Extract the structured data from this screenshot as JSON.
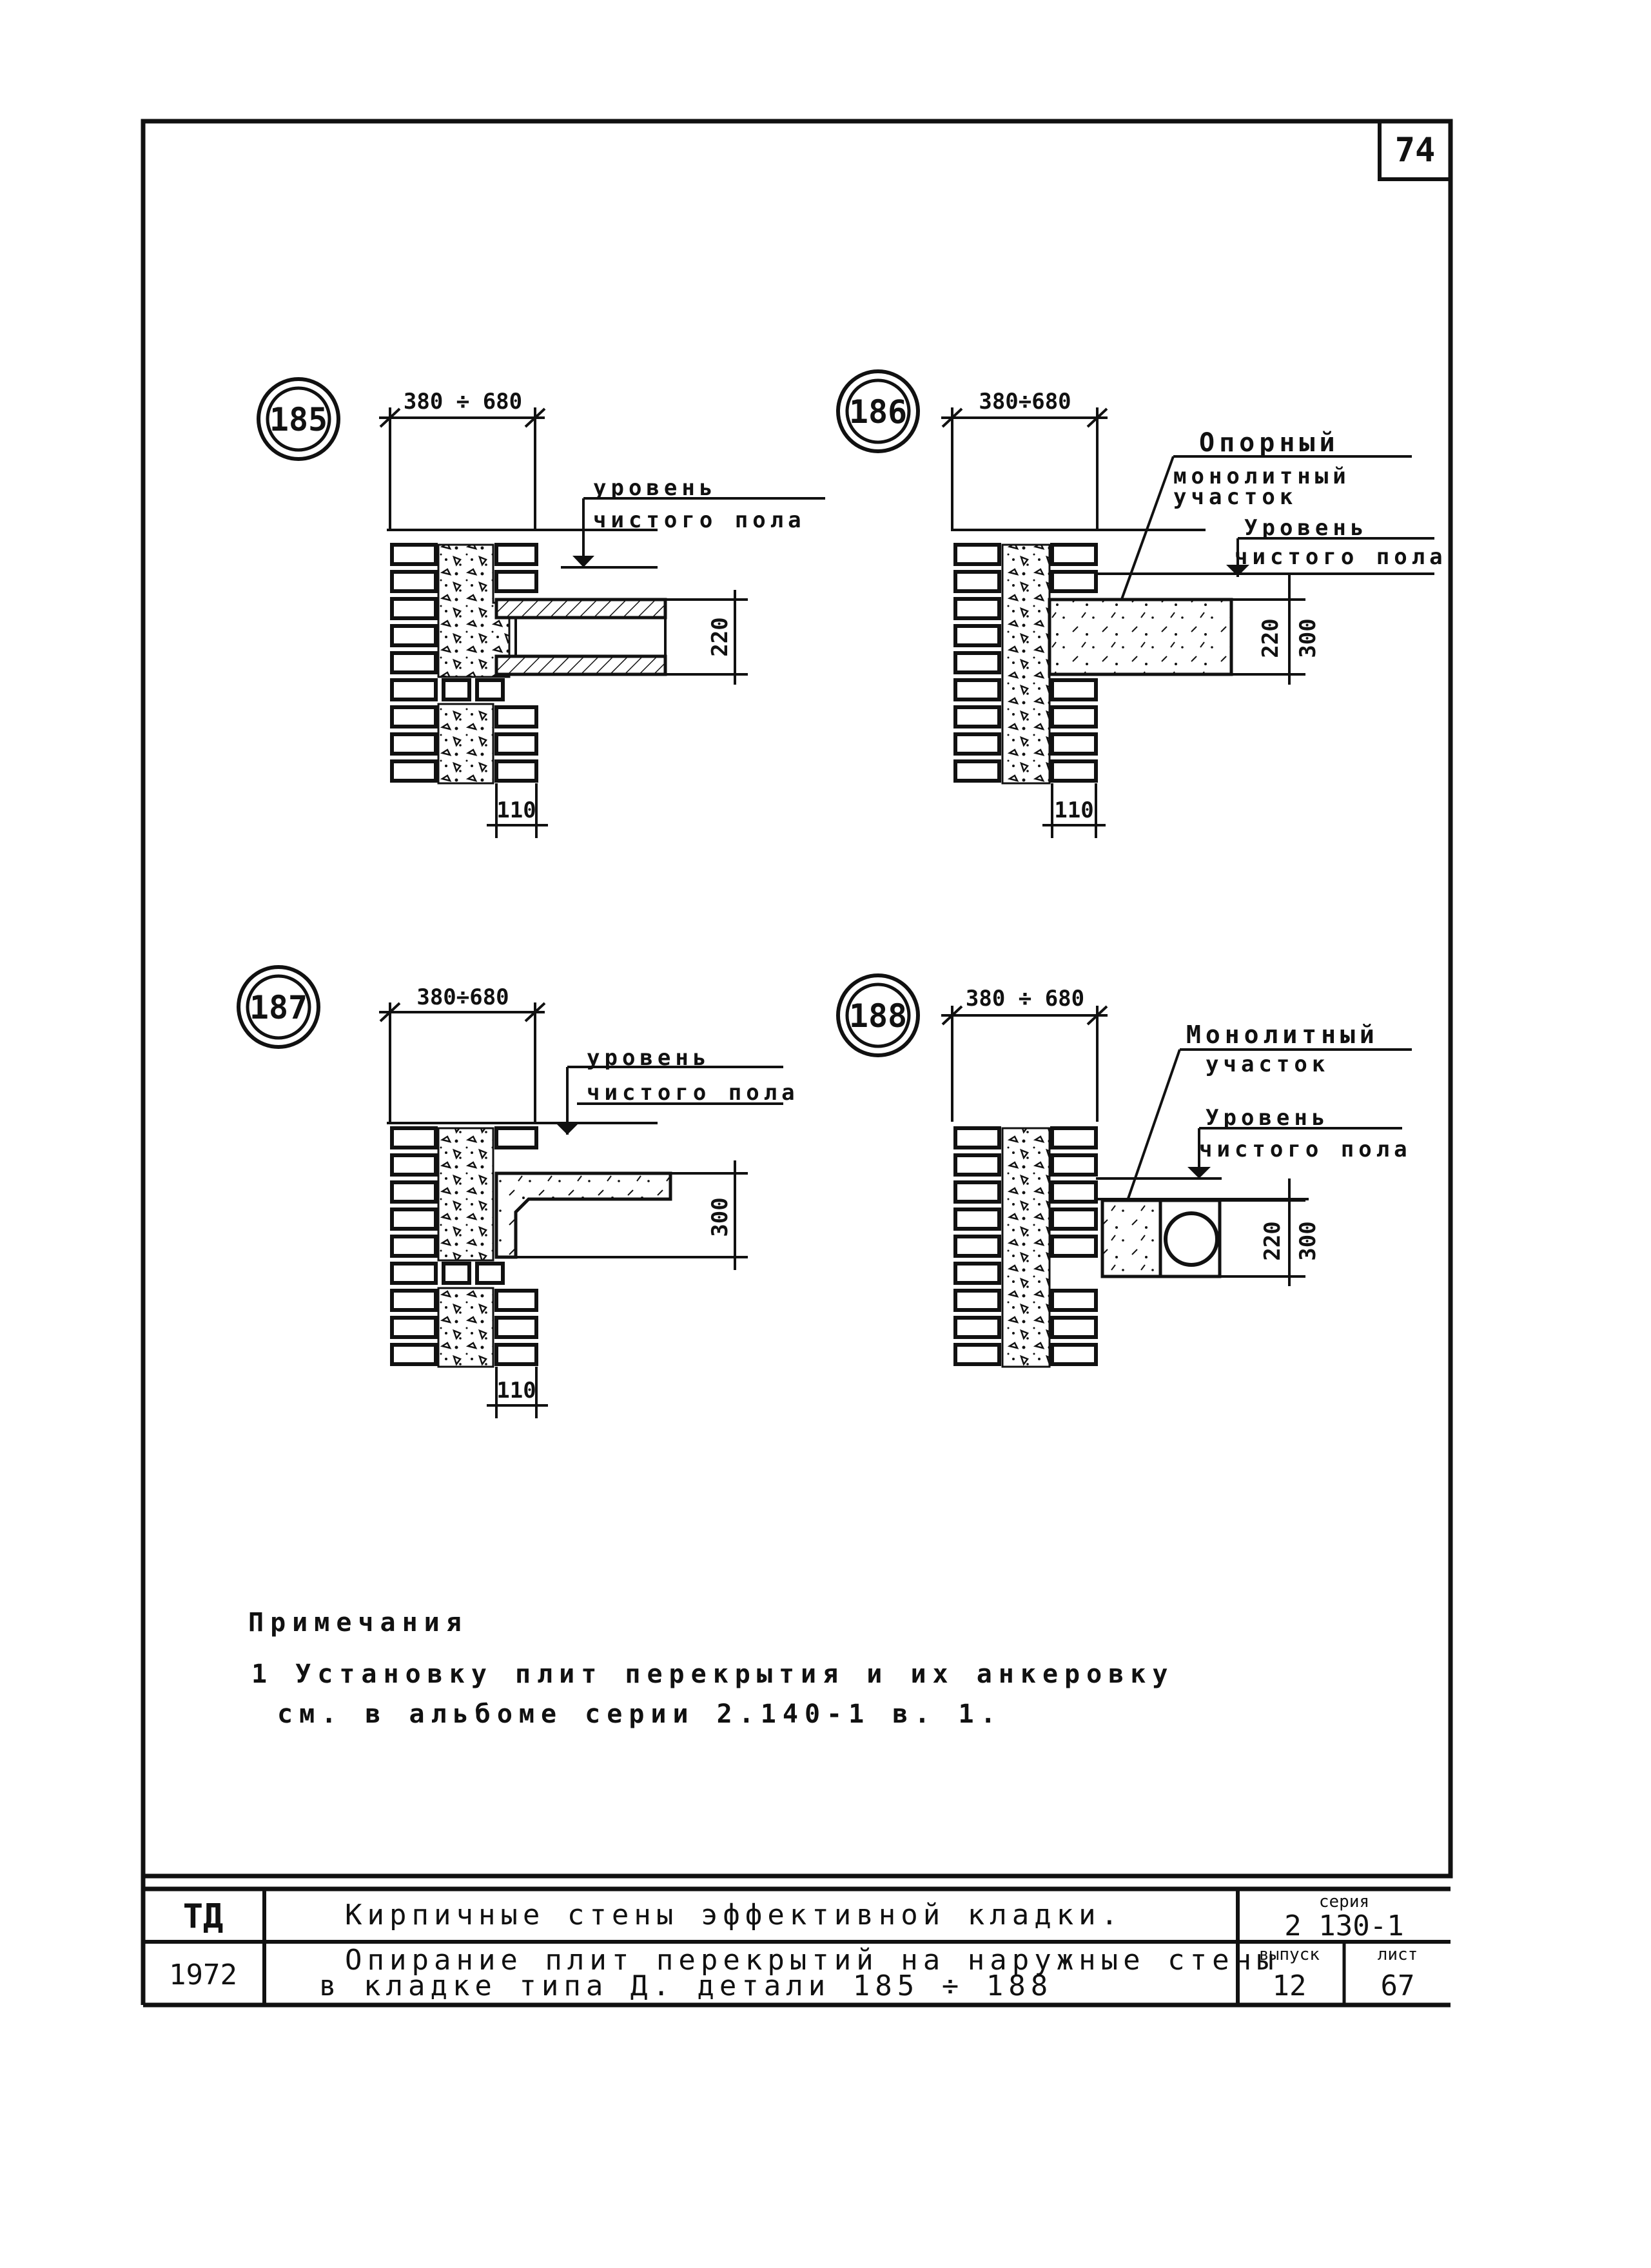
{
  "sheet_number": "74",
  "details": [
    {
      "id": "185",
      "width_dim": "380 ÷ 680",
      "bottom_dim": "110",
      "side_dims": [
        "220"
      ],
      "labels": [
        [
          "уровень",
          "чистого пола"
        ]
      ]
    },
    {
      "id": "186",
      "width_dim": "380÷680",
      "bottom_dim": "110",
      "side_dims": [
        "220",
        "300"
      ],
      "labels": [
        [
          "Опорный",
          "монолитный",
          "участок"
        ],
        [
          "Уровень",
          "чистого пола"
        ]
      ]
    },
    {
      "id": "187",
      "width_dim": "380÷680",
      "bottom_dim": "110",
      "side_dims": [
        "300"
      ],
      "labels": [
        [
          "уровень",
          "чистого пола"
        ]
      ]
    },
    {
      "id": "188",
      "width_dim": "380 ÷ 680",
      "bottom_dim": "",
      "side_dims": [
        "220",
        "300"
      ],
      "labels": [
        [
          "Монолитный",
          "участок"
        ],
        [
          "Уровень",
          "чистого пола"
        ]
      ]
    }
  ],
  "notes": {
    "title": "Примечания",
    "line1": "1 Установку   плит   перекрытия   и   их   анкеровку",
    "line2": "см. в  альбоме  серии    2.140-1  в. 1."
  },
  "title_block": {
    "code": "ТД",
    "year": "1972",
    "title_line1": "Кирпичные   стены  эффективной  кладки.",
    "title_line2": "Опирание  плит  перекрытий  на  наружные  стены",
    "title_line3": "в  кладке   типа  Д.        детали  185 ÷ 188",
    "series_label": "серия",
    "series_value": "2 130-1",
    "issue_label": "выпуск",
    "issue_value": "12",
    "sheet_label": "лист",
    "sheet_value": "67"
  }
}
